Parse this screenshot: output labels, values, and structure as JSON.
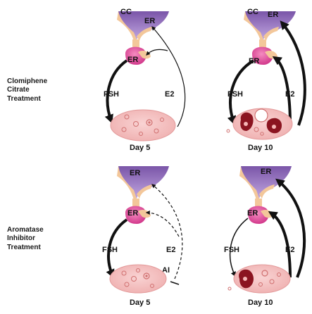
{
  "colors": {
    "hypothalamus": "#8f6bb8",
    "hypothalamus_light": "#b79ad8",
    "stalk": "#f3c79a",
    "pituitary": "#d6398f",
    "pituitary_light": "#f07ab5",
    "ovary": "#f6c3c3",
    "ovary_edge": "#e39a9a",
    "follicle_dark": "#8b1420",
    "arrow": "#111111"
  },
  "rows": [
    {
      "label_lines": [
        "Clomiphene",
        "Citrate",
        "Treatment"
      ],
      "panels": [
        {
          "top_label": "CC",
          "hyp_label": "ER",
          "pit_label": "ER",
          "fsh": "FSH",
          "e2": "E2",
          "day": "Day 5",
          "inhibitor": ""
        },
        {
          "top_label": "CC",
          "hyp_label": "ER",
          "pit_label": "ER",
          "fsh": "FSH",
          "e2": "E2",
          "day": "Day 10",
          "inhibitor": ""
        }
      ]
    },
    {
      "label_lines": [
        "Aromatase",
        "Inhibitor",
        "Treatment"
      ],
      "panels": [
        {
          "top_label": "",
          "hyp_label": "ER",
          "pit_label": "ER",
          "fsh": "FSH",
          "e2": "E2",
          "day": "Day 5",
          "inhibitor": "AI"
        },
        {
          "top_label": "",
          "hyp_label": "ER",
          "pit_label": "ER",
          "fsh": "FSH",
          "e2": "E2",
          "day": "Day 10",
          "inhibitor": ""
        }
      ]
    }
  ]
}
